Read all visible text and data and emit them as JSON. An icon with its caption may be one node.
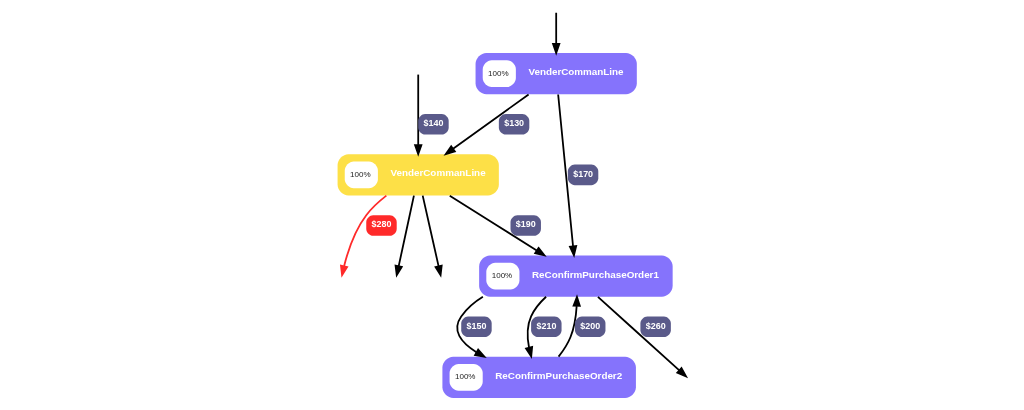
{
  "diagram": {
    "nodes": [
      {
        "text": [
          "100%",
          "VenderCommanLine"
        ]
      },
      {
        "text": [
          "100%",
          "VenderCommanLine"
        ]
      },
      {
        "text": [
          "100%",
          "ReConfirmPurchaseOrder1"
        ]
      },
      {
        "text": [
          "100%",
          "ReConfirmPurchaseOrder2"
        ]
      }
    ],
    "edges": [
      {
        "from": null,
        "to": 0,
        "arrow": "to"
      },
      {
        "from": 1,
        "to": null,
        "arrow": "to",
        "label": "$280",
        "color": "#ff2a2a"
      },
      {
        "from": 1,
        "to": null,
        "arrow": "to"
      },
      {
        "from": 0,
        "to": 1,
        "arrow": "to",
        "label": "$130"
      },
      {
        "from": 0,
        "to": 2,
        "arrow": "to",
        "label": "$170"
      },
      {
        "from": 1,
        "to": null,
        "arrow": "to"
      },
      {
        "from": 1,
        "to": 2,
        "arrow": "to",
        "label": "$190"
      },
      {
        "from": null,
        "to": 1,
        "arrow": "to",
        "label": "$140"
      },
      {
        "from": 2,
        "to": 3,
        "arrow": "to",
        "label": "$150"
      },
      {
        "from": 3,
        "to": 2,
        "arrow": "to",
        "label": "$200"
      },
      {
        "from": 2,
        "to": 3,
        "arrow": "to",
        "label": "$210"
      },
      {
        "from": 2,
        "to": null,
        "arrow": "to",
        "label": "$260"
      }
    ]
  }
}
